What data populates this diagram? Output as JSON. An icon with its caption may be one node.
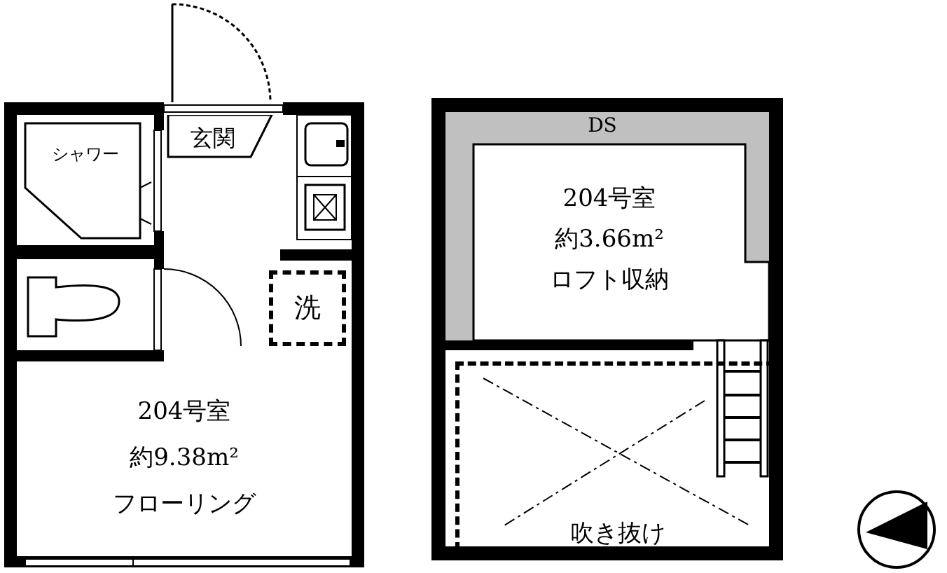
{
  "diagram": {
    "nodes": [
      {
        "text": [
          "204号室",
          "約9.38m²",
          "フローリング"
        ]
      },
      {
        "text": [
          "シャワー"
        ]
      },
      {
        "text": [
          "玄関"
        ]
      },
      {
        "text": [
          "洗"
        ]
      },
      {
        "text": [
          "204号室",
          "約3.66m²",
          "ロフト収納"
        ]
      },
      {
        "text": [
          "吹き抜け"
        ]
      }
    ],
    "labels": [
      "DS"
    ]
  }
}
